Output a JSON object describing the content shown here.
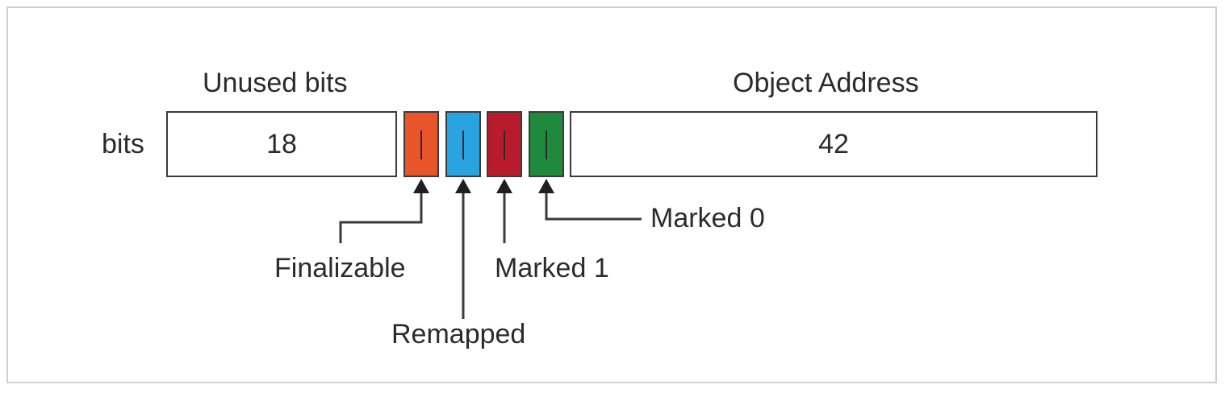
{
  "diagram": {
    "row_label": "bits",
    "unused": {
      "heading": "Unused bits",
      "value": "18"
    },
    "address": {
      "heading": "Object Address",
      "value": "42"
    },
    "flag_bits": [
      {
        "name": "Finalizable",
        "color": "#e8552a"
      },
      {
        "name": "Remapped",
        "color": "#2aa4e0"
      },
      {
        "name": "Marked 1",
        "color": "#b81c2c"
      },
      {
        "name": "Marked 0",
        "color": "#1f8a3c"
      }
    ]
  }
}
